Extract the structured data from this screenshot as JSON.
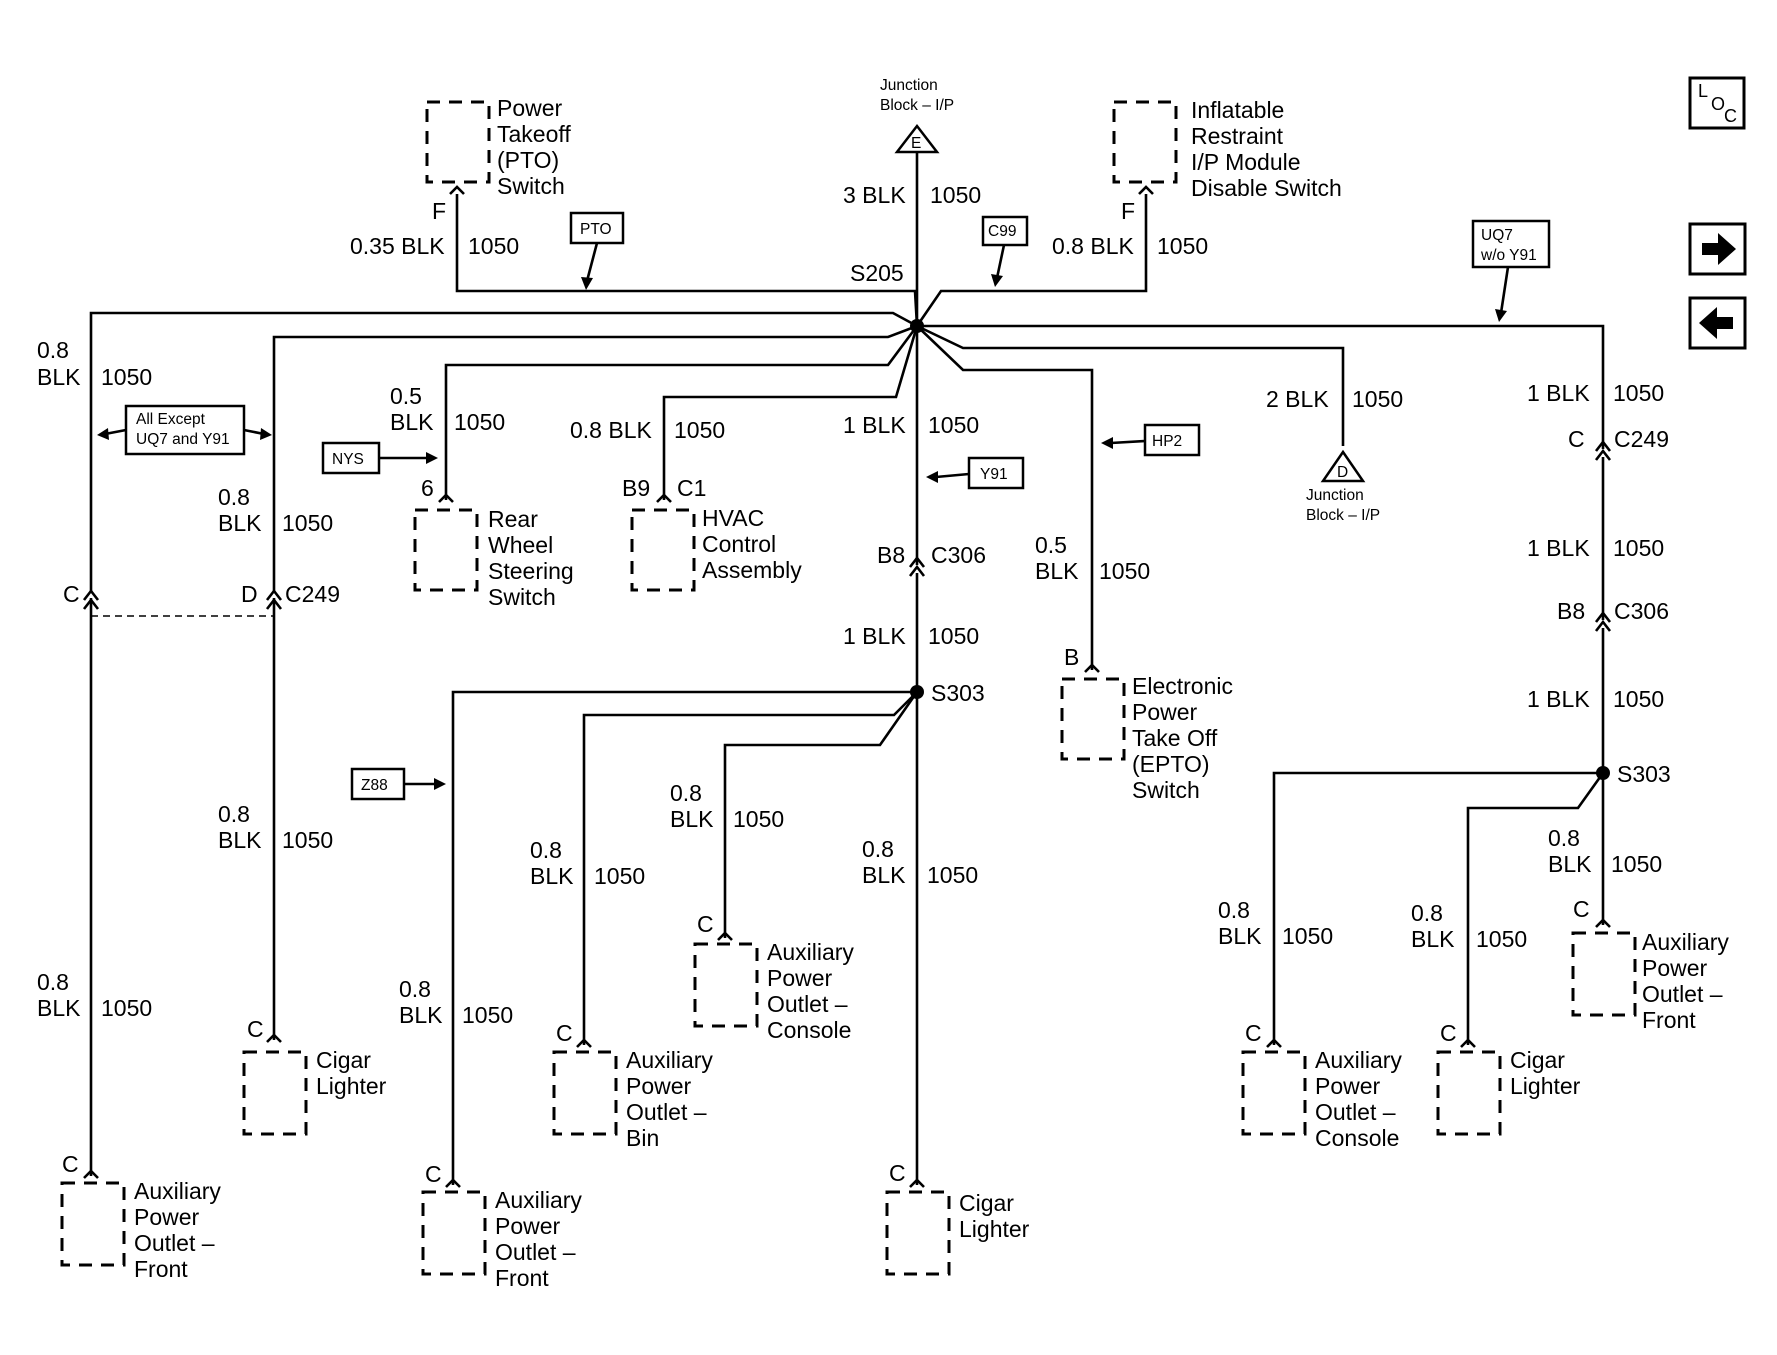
{
  "nav": {
    "loc_l": "L",
    "loc_o": "O",
    "loc_c": "C"
  },
  "junction_top": {
    "label1": "Junction",
    "label2": "Block – I/P",
    "letter": "E"
  },
  "junction_right": {
    "label1": "Junction",
    "label2": "Block – I/P",
    "letter": "D"
  },
  "components": {
    "pto_switch": [
      "Power",
      "Takeoff",
      "(PTO)",
      "Switch"
    ],
    "airbag_switch": [
      "Inflatable",
      "Restraint",
      "I/P Module",
      "Disable Switch"
    ],
    "rear_steer": [
      "Rear",
      "Wheel",
      "Steering",
      "Switch"
    ],
    "hvac": [
      "HVAC",
      "Control",
      "Assembly"
    ],
    "epto": [
      "Electronic",
      "Power",
      "Take Off",
      "(EPTO)",
      "Switch"
    ],
    "apo_front_left": [
      "Auxiliary",
      "Power",
      "Outlet –",
      "Front"
    ],
    "cigar_left": [
      "Cigar",
      "Lighter"
    ],
    "apo_front_mid": [
      "Auxiliary",
      "Power",
      "Outlet –",
      "Front"
    ],
    "apo_bin": [
      "Auxiliary",
      "Power",
      "Outlet –",
      "Bin"
    ],
    "apo_console_mid": [
      "Auxiliary",
      "Power",
      "Outlet –",
      "Console"
    ],
    "cigar_mid": [
      "Cigar",
      "Lighter"
    ],
    "apo_console_right": [
      "Auxiliary",
      "Power",
      "Outlet –",
      "Console"
    ],
    "cigar_right": [
      "Cigar",
      "Lighter"
    ],
    "apo_front_right": [
      "Auxiliary",
      "Power",
      "Outlet –",
      "Front"
    ]
  },
  "tags": {
    "pto": "PTO",
    "c99": "C99",
    "uq7": [
      "UQ7",
      "w/o Y91"
    ],
    "all_except": [
      "All Except",
      "UQ7 and Y91"
    ],
    "nys": "NYS",
    "y91": "Y91",
    "hp2": "HP2",
    "z88": "Z88"
  },
  "splices": {
    "s205": "S205",
    "s303_mid": "S303",
    "s303_right": "S303"
  },
  "connectors": {
    "c249": "C249",
    "c306": "C306",
    "pins": {
      "f": "F",
      "c": "C",
      "d": "D",
      "b": "B",
      "b8": "B8",
      "b9": "B9",
      "c1": "C1",
      "six": "6"
    }
  },
  "wires": {
    "circuit": "1050",
    "blk_3": "3 BLK",
    "blk_035": "0.35 BLK",
    "blk_08": "0.8 BLK",
    "blk_2": "2 BLK",
    "blk_1": "1 BLK",
    "size_08": "0.8",
    "size_05": "0.5",
    "color_blk": "BLK"
  }
}
